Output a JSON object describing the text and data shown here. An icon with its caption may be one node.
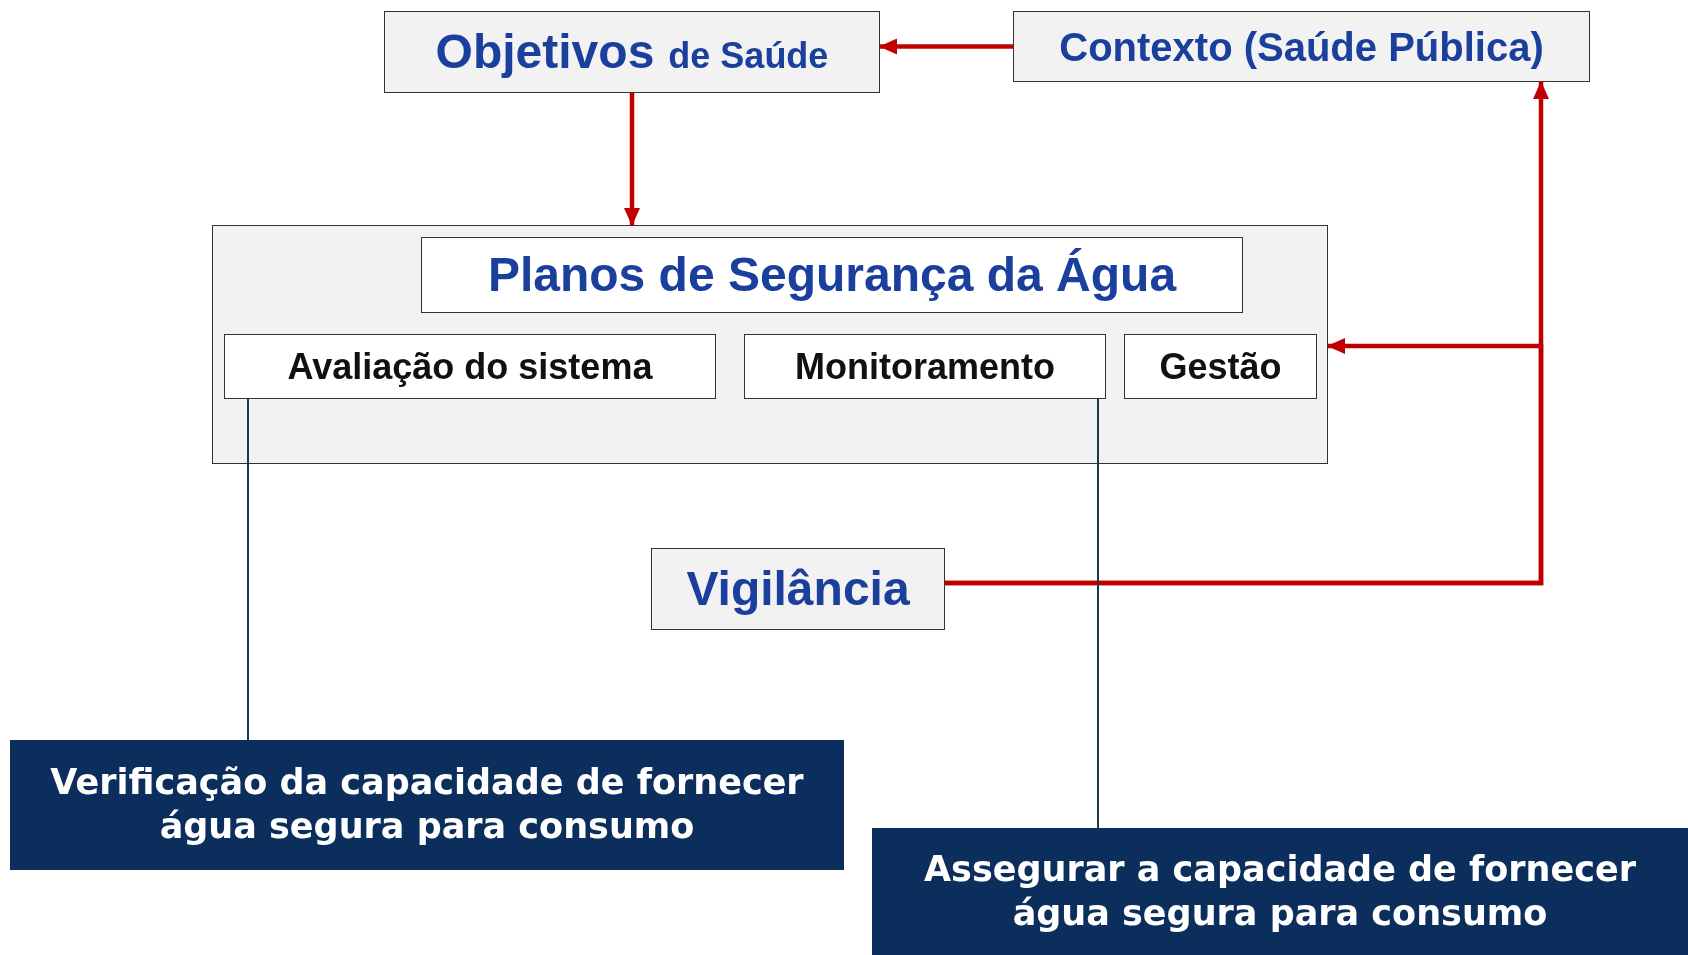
{
  "diagram": {
    "nodes": [
      {
        "text": [
          "Objetivos",
          "de Saúde"
        ]
      },
      {
        "text": [
          "Contexto (Saúde Pública)"
        ]
      },
      {
        "text": [],
        "shape": "box"
      },
      {
        "text": [
          "Planos de Segurança da Água"
        ],
        "in": 2
      },
      {
        "text": [
          "Avaliação do sistema"
        ],
        "in": 2
      },
      {
        "text": [
          "Monitoramento"
        ],
        "in": 2
      },
      {
        "text": [
          "Gestão"
        ],
        "in": 2
      },
      {
        "text": [
          "Vigilância"
        ]
      },
      {
        "text": [
          "Verificação da capacidade de fornecer água segura para consumo"
        ]
      },
      {
        "text": [
          "Assegurar a capacidade de fornecer água segura para consumo"
        ]
      }
    ],
    "edges": [
      {
        "from": 1,
        "to": 0,
        "arrow": "to"
      },
      {
        "from": 0,
        "to": 2,
        "arrow": "to"
      },
      {
        "from": 7,
        "to": 1,
        "arrow": "to"
      },
      {
        "from": 7,
        "to": 2,
        "arrow": "to"
      },
      {
        "from": 8,
        "to": 4,
        "arrow": "none",
        "color": "#1c3a4e"
      },
      {
        "from": 9,
        "to": 5,
        "arrow": "none",
        "color": "#1c3a4e"
      }
    ]
  }
}
